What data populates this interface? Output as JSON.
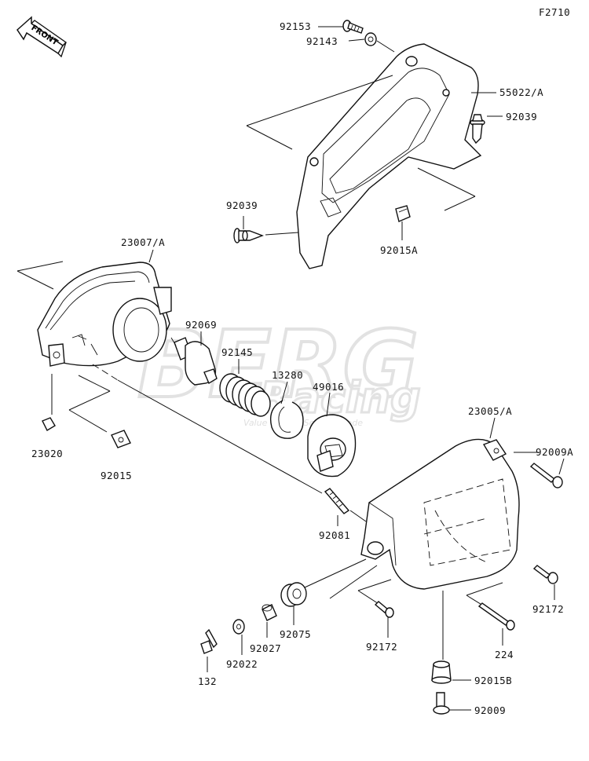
{
  "figure_code": "F2710",
  "front_arrow_text": "FRONT",
  "watermark": {
    "brand": "BERG",
    "sub": "Racing",
    "tagline": "Value Quality Service made"
  },
  "parts": [
    {
      "key": "p92153",
      "number": "92153"
    },
    {
      "key": "p92143",
      "number": "92143"
    },
    {
      "key": "p55022A",
      "number": "55022/A"
    },
    {
      "key": "p92039a",
      "number": "92039"
    },
    {
      "key": "p92039b",
      "number": "92039"
    },
    {
      "key": "p92015A",
      "number": "92015A"
    },
    {
      "key": "p23007A",
      "number": "23007/A"
    },
    {
      "key": "p92069",
      "number": "92069"
    },
    {
      "key": "p92145",
      "number": "92145"
    },
    {
      "key": "p13280",
      "number": "13280"
    },
    {
      "key": "p49016",
      "number": "49016"
    },
    {
      "key": "p23020",
      "number": "23020"
    },
    {
      "key": "p92015",
      "number": "92015"
    },
    {
      "key": "p23005A",
      "number": "23005/A"
    },
    {
      "key": "p92009A",
      "number": "92009A"
    },
    {
      "key": "p92081",
      "number": "92081"
    },
    {
      "key": "p92172a",
      "number": "92172"
    },
    {
      "key": "p92172b",
      "number": "92172"
    },
    {
      "key": "p92075",
      "number": "92075"
    },
    {
      "key": "p92027",
      "number": "92027"
    },
    {
      "key": "p92022",
      "number": "92022"
    },
    {
      "key": "p132",
      "number": "132"
    },
    {
      "key": "p224",
      "number": "224"
    },
    {
      "key": "p92015B",
      "number": "92015B"
    },
    {
      "key": "p92009",
      "number": "92009"
    }
  ]
}
